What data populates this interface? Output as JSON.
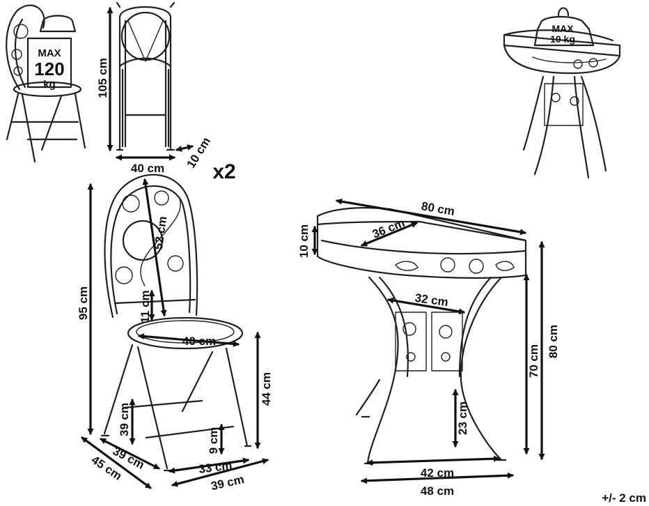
{
  "weights": {
    "chair": {
      "max": "MAX",
      "value": "120",
      "unit": "kg"
    },
    "table": {
      "max": "MAX",
      "value": "10 kg"
    }
  },
  "quantity": "x2",
  "chair_folded": {
    "height": "105 cm",
    "width": "40 cm",
    "depth": "10 cm"
  },
  "chair": {
    "total_height": "95 cm",
    "backrest_height": "52 cm",
    "backrest_gap": "11 cm",
    "seat_diameter": "40 cm",
    "seat_height": "44 cm",
    "leg_height_side": "39 cm",
    "stretcher_height": "9 cm",
    "base_depth": "39 cm",
    "overall_depth": "45 cm",
    "base_width": "33 cm",
    "overall_width": "39 cm"
  },
  "table": {
    "top_width": "80 cm",
    "top_depth": "36 cm",
    "apron_height": "10 cm",
    "inner_width": "32 cm",
    "leg_height": "70 cm",
    "total_height": "80 cm",
    "stretcher_height": "23 cm",
    "base_inner_width": "42 cm",
    "base_outer_width": "48 cm"
  },
  "tolerance": "+/- 2 cm",
  "colors": {
    "ink": "#1f1f1f",
    "background": "#ffffff"
  }
}
